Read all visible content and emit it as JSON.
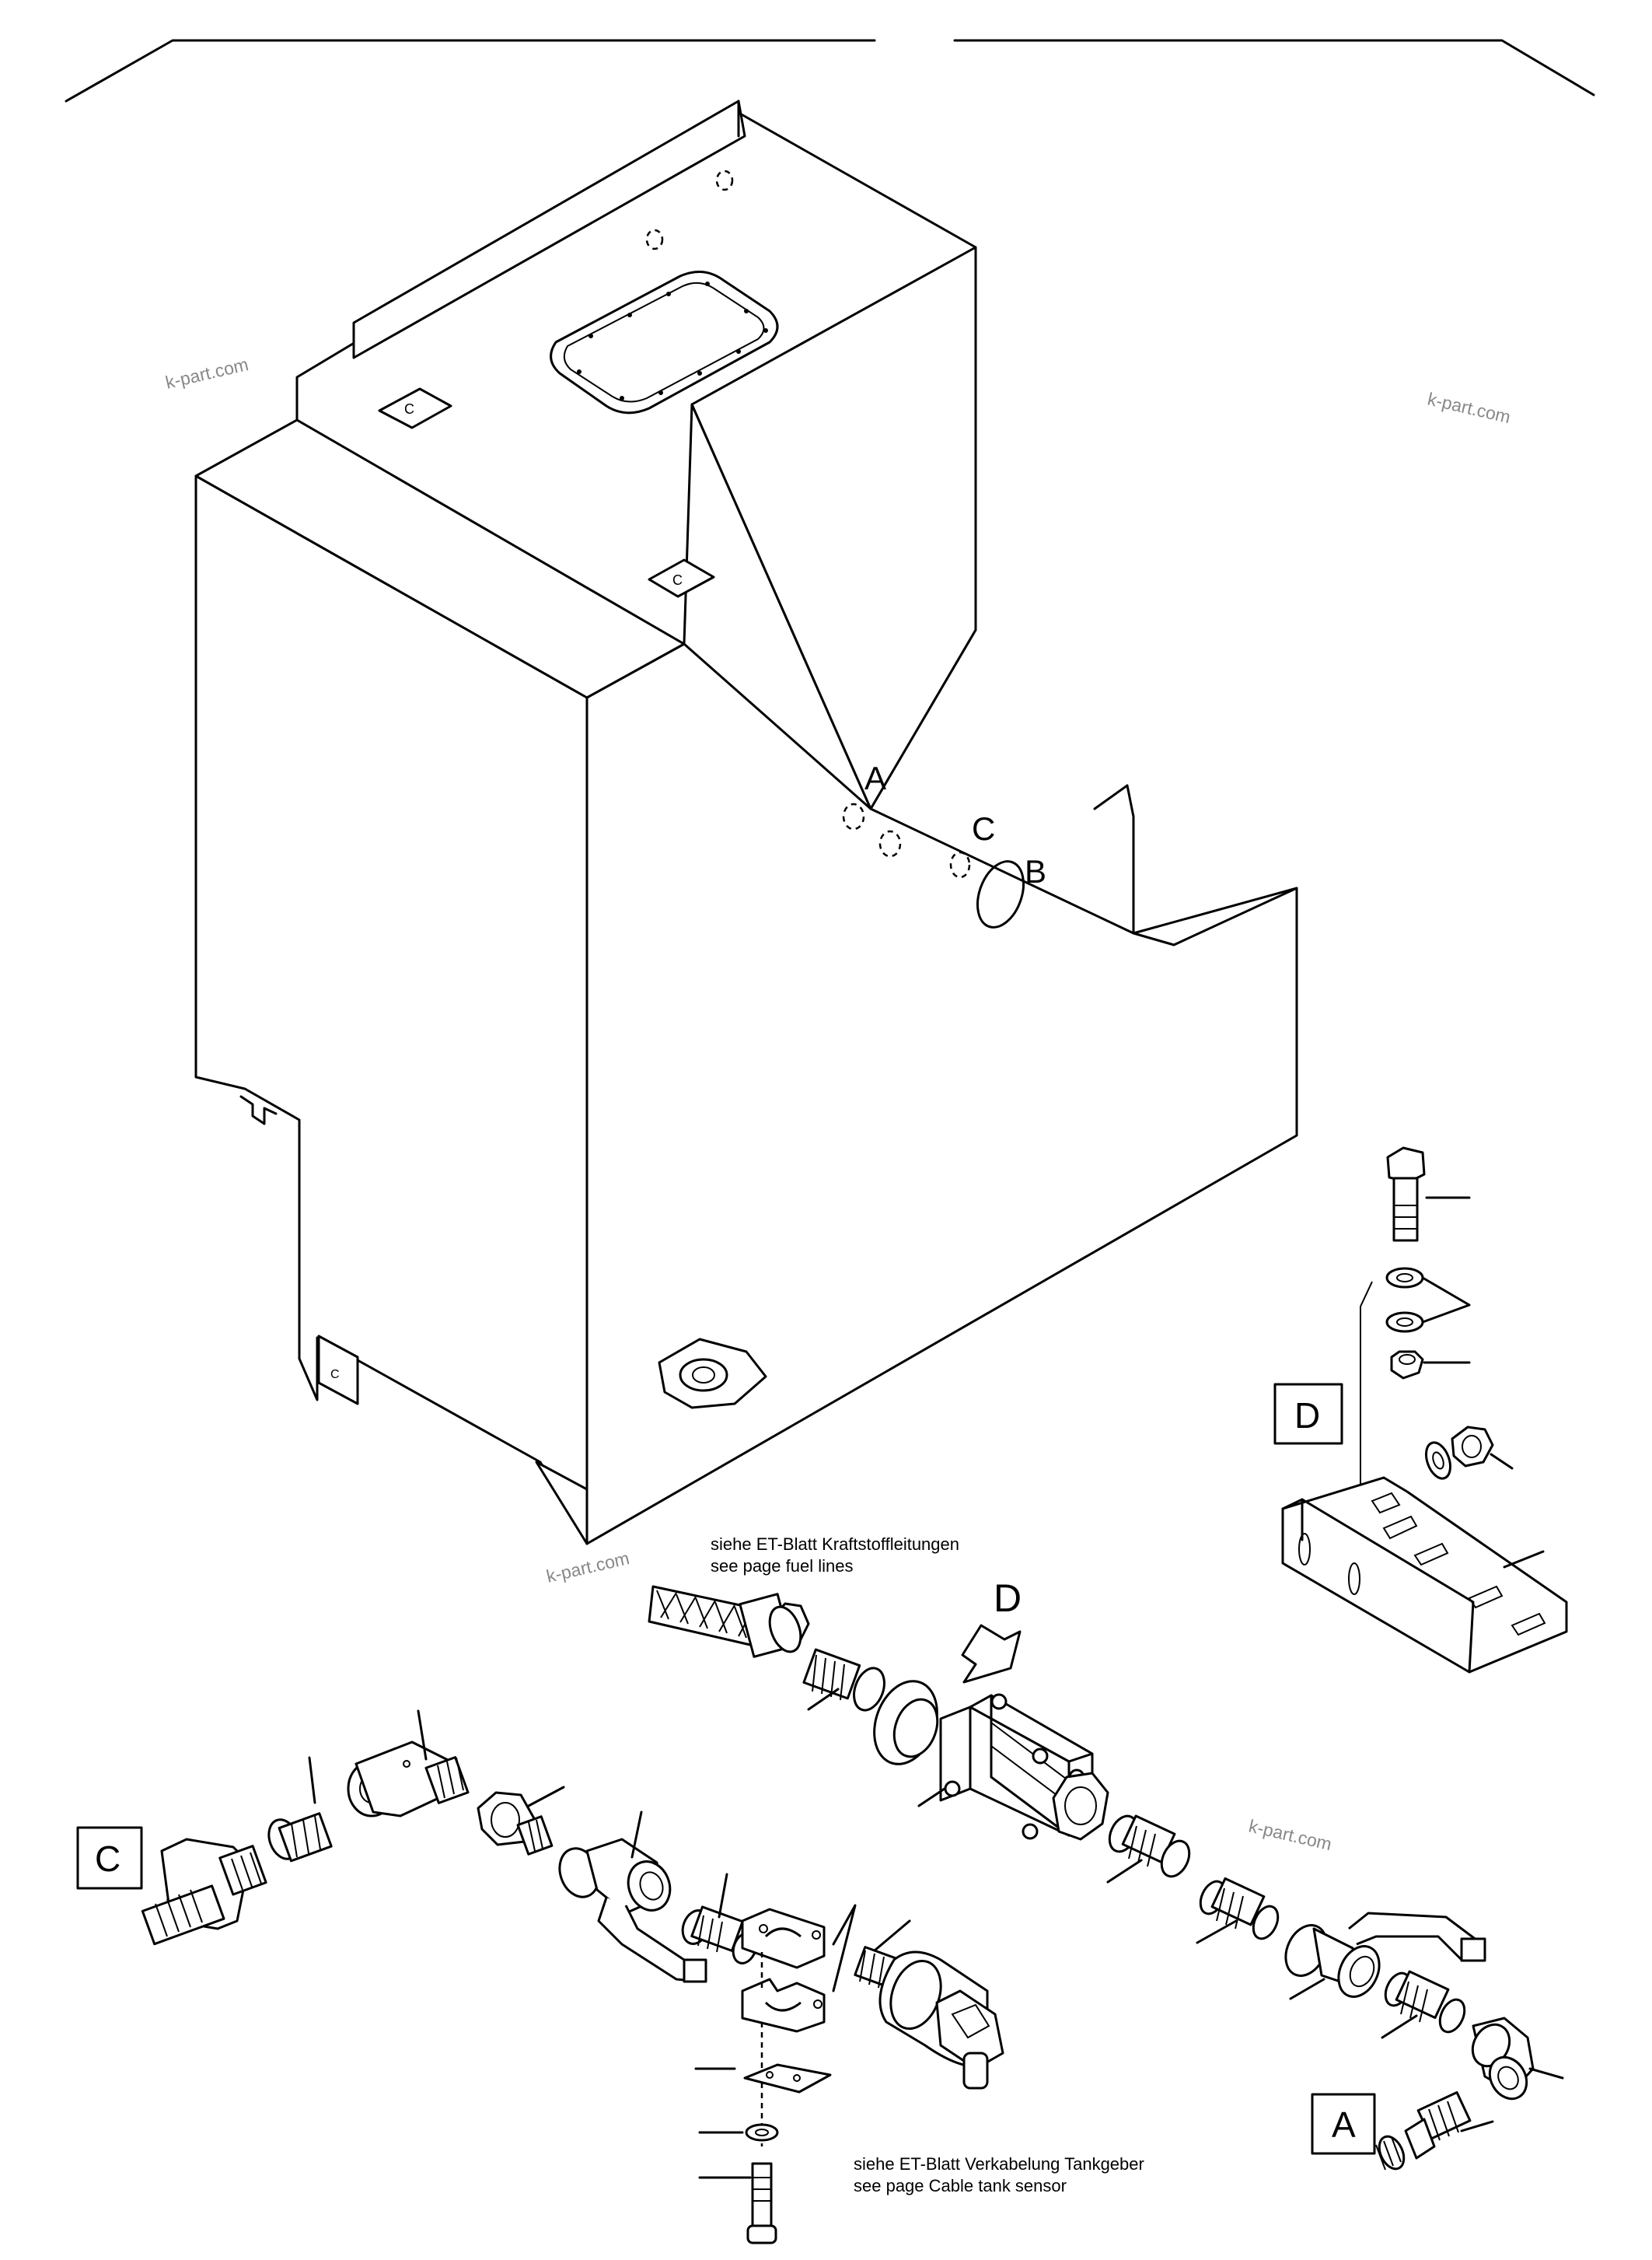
{
  "tank_labels": {
    "a": "A",
    "c": "C",
    "b": "B"
  },
  "small_marks": {
    "c1": "C",
    "c2": "C",
    "c3": "C"
  },
  "detail_boxes": {
    "d": "D",
    "c": "C",
    "a": "A"
  },
  "arrow_label": "D",
  "notes": {
    "fuel_de": "siehe ET-Blatt Kraftstoffleitungen",
    "fuel_en": "see page fuel lines",
    "sensor_de": "siehe ET-Blatt Verkabelung Tankgeber",
    "sensor_en": "see page Cable tank sensor"
  },
  "watermark": "k-part.com"
}
